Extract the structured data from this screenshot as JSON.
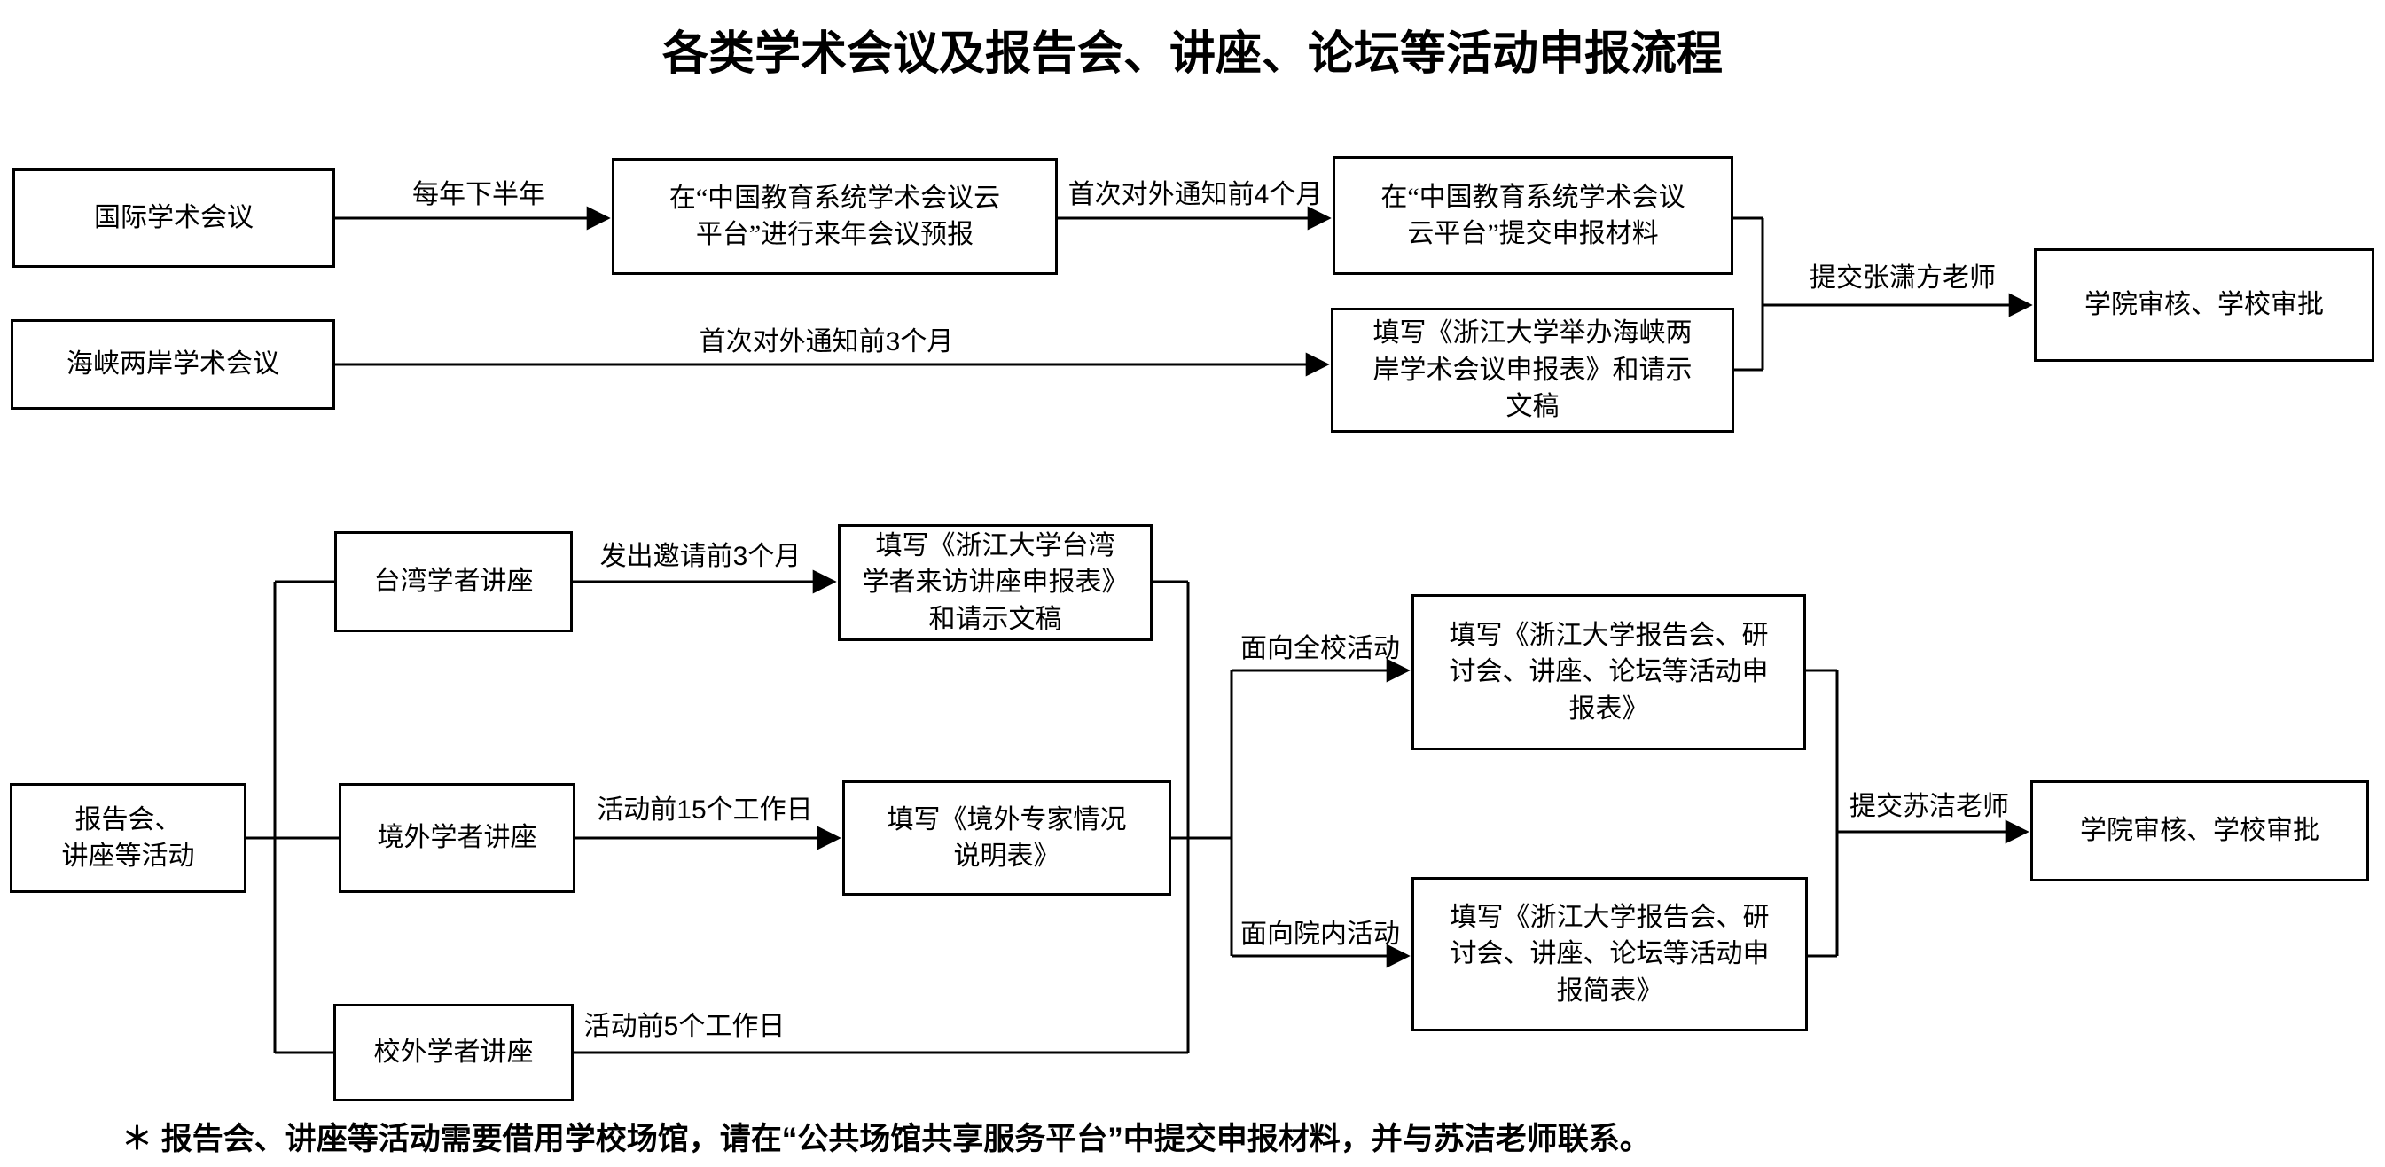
{
  "title": "各类学术会议及报告会、讲座、论坛等活动申报流程",
  "nodes": {
    "international": "国际学术会议",
    "preregister": "在“中国教育系统学术会议云\n平台”进行来年会议预报",
    "submit_cloud": "在“中国教育系统学术会议\n云平台”提交申报材料",
    "review_top": "学院审核、学校审批",
    "cross_strait": "海峡两岸学术会议",
    "cross_strait_form": "填写《浙江大学举办海峡两\n岸学术会议申报表》和请示\n文稿",
    "activities": "报告会、\n讲座等活动",
    "taiwan_lecture": "台湾学者讲座",
    "overseas_lecture": "境外学者讲座",
    "external_lecture": "校外学者讲座",
    "taiwan_form": "填写《浙江大学台湾\n学者来访讲座申报表》\n和请示文稿",
    "overseas_form": "填写《境外专家情况\n说明表》",
    "full_form": "填写《浙江大学报告会、研\n讨会、讲座、论坛等活动申\n报表》",
    "simple_form": "填写《浙江大学报告会、研\n讨会、讲座、论坛等活动申\n报简表》",
    "review_bottom": "学院审核、学校审批"
  },
  "edge_labels": {
    "half_year": "每年下半年",
    "four_months": "首次对外通知前4个月",
    "zhang_teacher": "提交张潇方老师",
    "three_months_notice": "首次对外通知前3个月",
    "three_months_invite": "发出邀请前3个月",
    "fifteen_days": "活动前15个工作日",
    "five_days": "活动前5个工作日",
    "campus_wide": "面向全校活动",
    "college_internal": "面向院内活动",
    "su_teacher": "提交苏洁老师"
  },
  "footnote": "＊ 报告会、讲座等活动需要借用学校场馆，请在“公共场馆共享服务平台”中提交申报材料，并与苏洁老师联系。",
  "colors": {
    "line": "#000000",
    "background": "#ffffff",
    "text": "#000000"
  }
}
